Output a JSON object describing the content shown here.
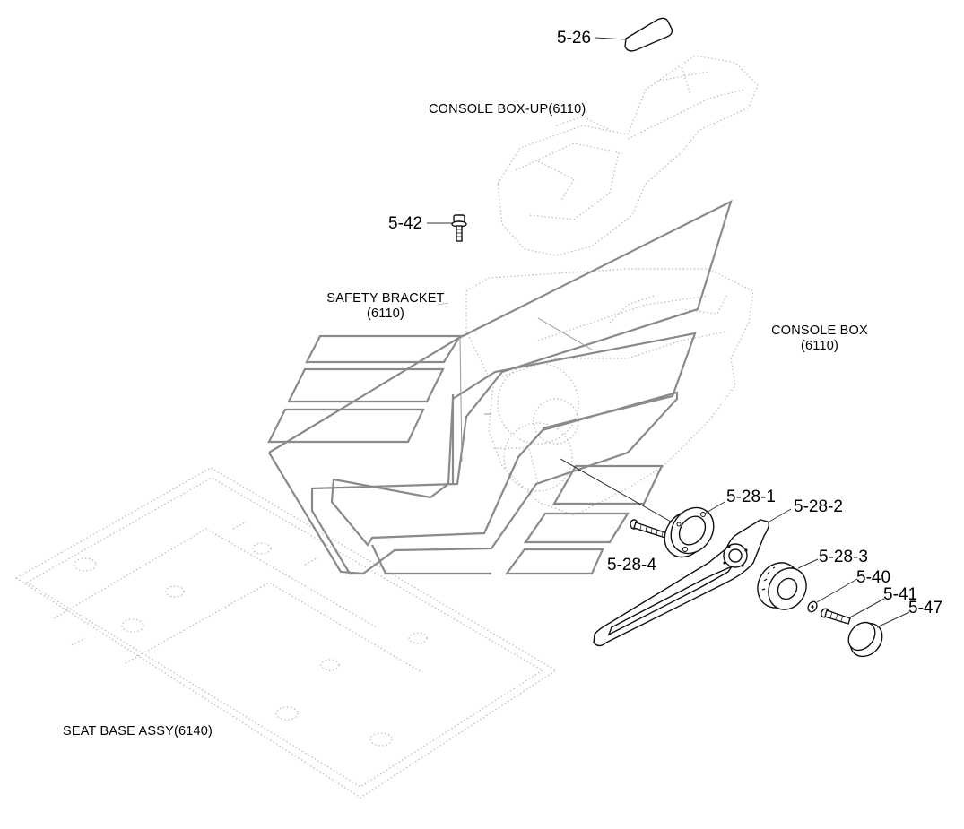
{
  "assemblies": {
    "console_box_up": "CONSOLE BOX-UP(6110)",
    "safety_bracket_line1": "SAFETY BRACKET",
    "safety_bracket_line2": "(6110)",
    "console_box_line1": "CONSOLE BOX",
    "console_box_line2": "(6110)",
    "seat_base_assy": "SEAT BASE ASSY(6140)"
  },
  "part_numbers": {
    "p5_26": "5-26",
    "p5_42": "5-42",
    "p5_28_1": "5-28-1",
    "p5_28_2": "5-28-2",
    "p5_28_3": "5-28-3",
    "p5_28_4": "5-28-4",
    "p5_40": "5-40",
    "p5_41": "5-41",
    "p5_47": "5-47"
  },
  "colors": {
    "background": "#ffffff",
    "reference_outline": "#b9b9b9",
    "bracket_outline": "#8a8a8a",
    "part_outline": "#111111"
  }
}
